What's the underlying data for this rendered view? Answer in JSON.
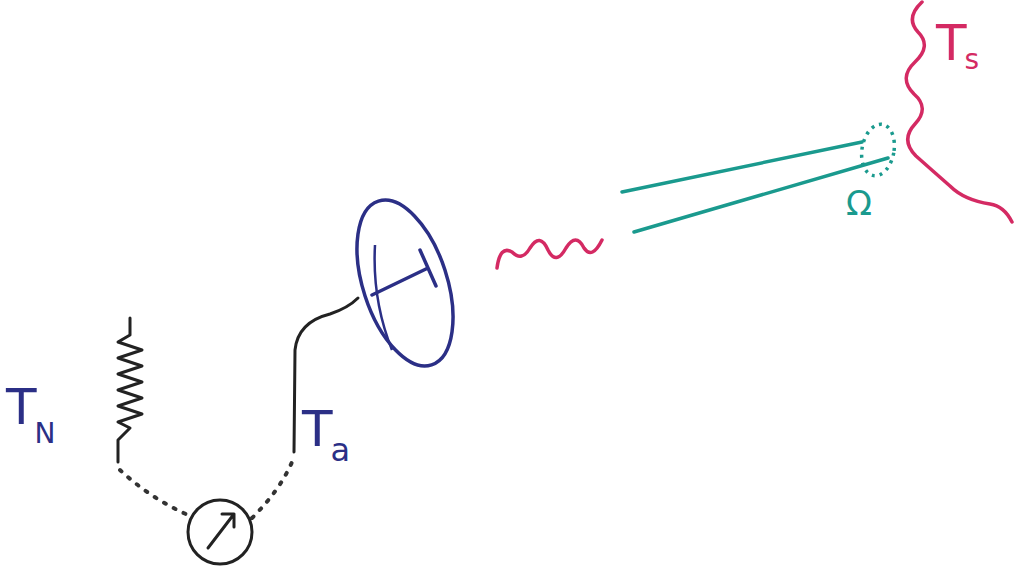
{
  "diagram": {
    "labels": [
      "T",
      "N",
      "T",
      "a",
      "T",
      "s",
      "Ω"
    ]
  }
}
